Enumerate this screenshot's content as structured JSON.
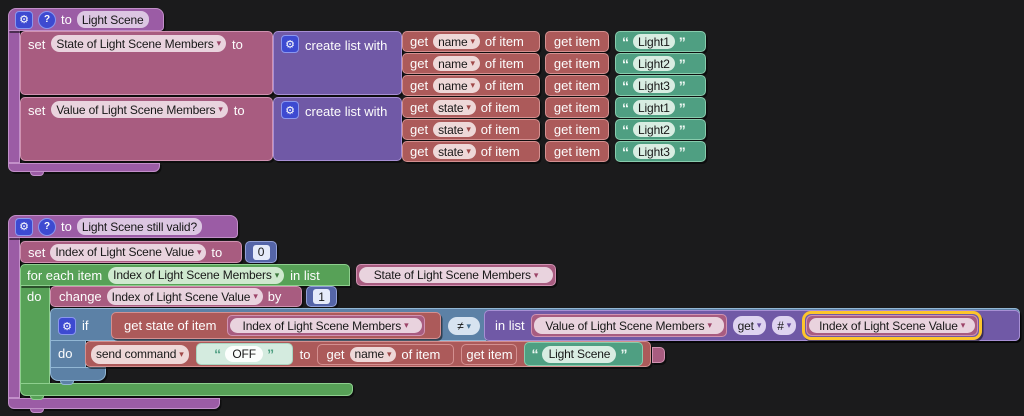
{
  "glyphs": {
    "gear": "⚙",
    "help": "?",
    "dropdown": "▾",
    "quote_open": "“",
    "quote_close": "”"
  },
  "colors": {
    "procedure": "#9b5ca5",
    "variable": "#a85c80",
    "item": "#ac5a5a",
    "text": "#4f9f82",
    "list": "#7059a6",
    "math": "#5565a8",
    "loop": "#57a157",
    "logic": "#5c81a6",
    "highlight": "#fdc52c"
  },
  "top_procedure": {
    "header": {
      "to": "to",
      "name": "Light Scene"
    },
    "set_state": {
      "set": "set",
      "var": "State of Light Scene Members",
      "to": "to"
    },
    "set_value": {
      "set": "set",
      "var": "Value of Light Scene Members",
      "to": "to"
    },
    "create_list_label": "create list with",
    "name_rows": [
      {
        "get": "get",
        "field": "name",
        "of_item": "of item",
        "get_item": "get item",
        "value": "Light1"
      },
      {
        "get": "get",
        "field": "name",
        "of_item": "of item",
        "get_item": "get item",
        "value": "Light2"
      },
      {
        "get": "get",
        "field": "name",
        "of_item": "of item",
        "get_item": "get item",
        "value": "Light3"
      }
    ],
    "state_rows": [
      {
        "get": "get",
        "field": "state",
        "of_item": "of item",
        "get_item": "get item",
        "value": "Light1"
      },
      {
        "get": "get",
        "field": "state",
        "of_item": "of item",
        "get_item": "get item",
        "value": "Light2"
      },
      {
        "get": "get",
        "field": "state",
        "of_item": "of item",
        "get_item": "get item",
        "value": "Light3"
      }
    ]
  },
  "bottom_procedure": {
    "header": {
      "to": "to",
      "name": "Light Scene still valid?"
    },
    "set_index": {
      "set": "set",
      "var": "Index of Light Scene Value",
      "to": "to",
      "value": "0"
    },
    "for_each": {
      "label": "for each item",
      "var": "Index of Light Scene Members",
      "in_list": "in list",
      "list_var": "State of Light Scene Members",
      "do": "do"
    },
    "change": {
      "label": "change",
      "var": "Index of Light Scene Value",
      "by": "by",
      "value": "1"
    },
    "if": {
      "label": "if",
      "get_state": "get state of item",
      "var": "Index of Light Scene Members",
      "operator": "≠",
      "in_list": "in list",
      "list_var": "Value of Light Scene Members",
      "get": "get",
      "index_mode": "#",
      "index_var": "Index of Light Scene Value",
      "do": "do"
    },
    "send": {
      "label": "send command",
      "value": "OFF",
      "to": "to",
      "get": "get",
      "field": "name",
      "of_item": "of item",
      "get_item": "get item",
      "item": "Light Scene"
    }
  }
}
